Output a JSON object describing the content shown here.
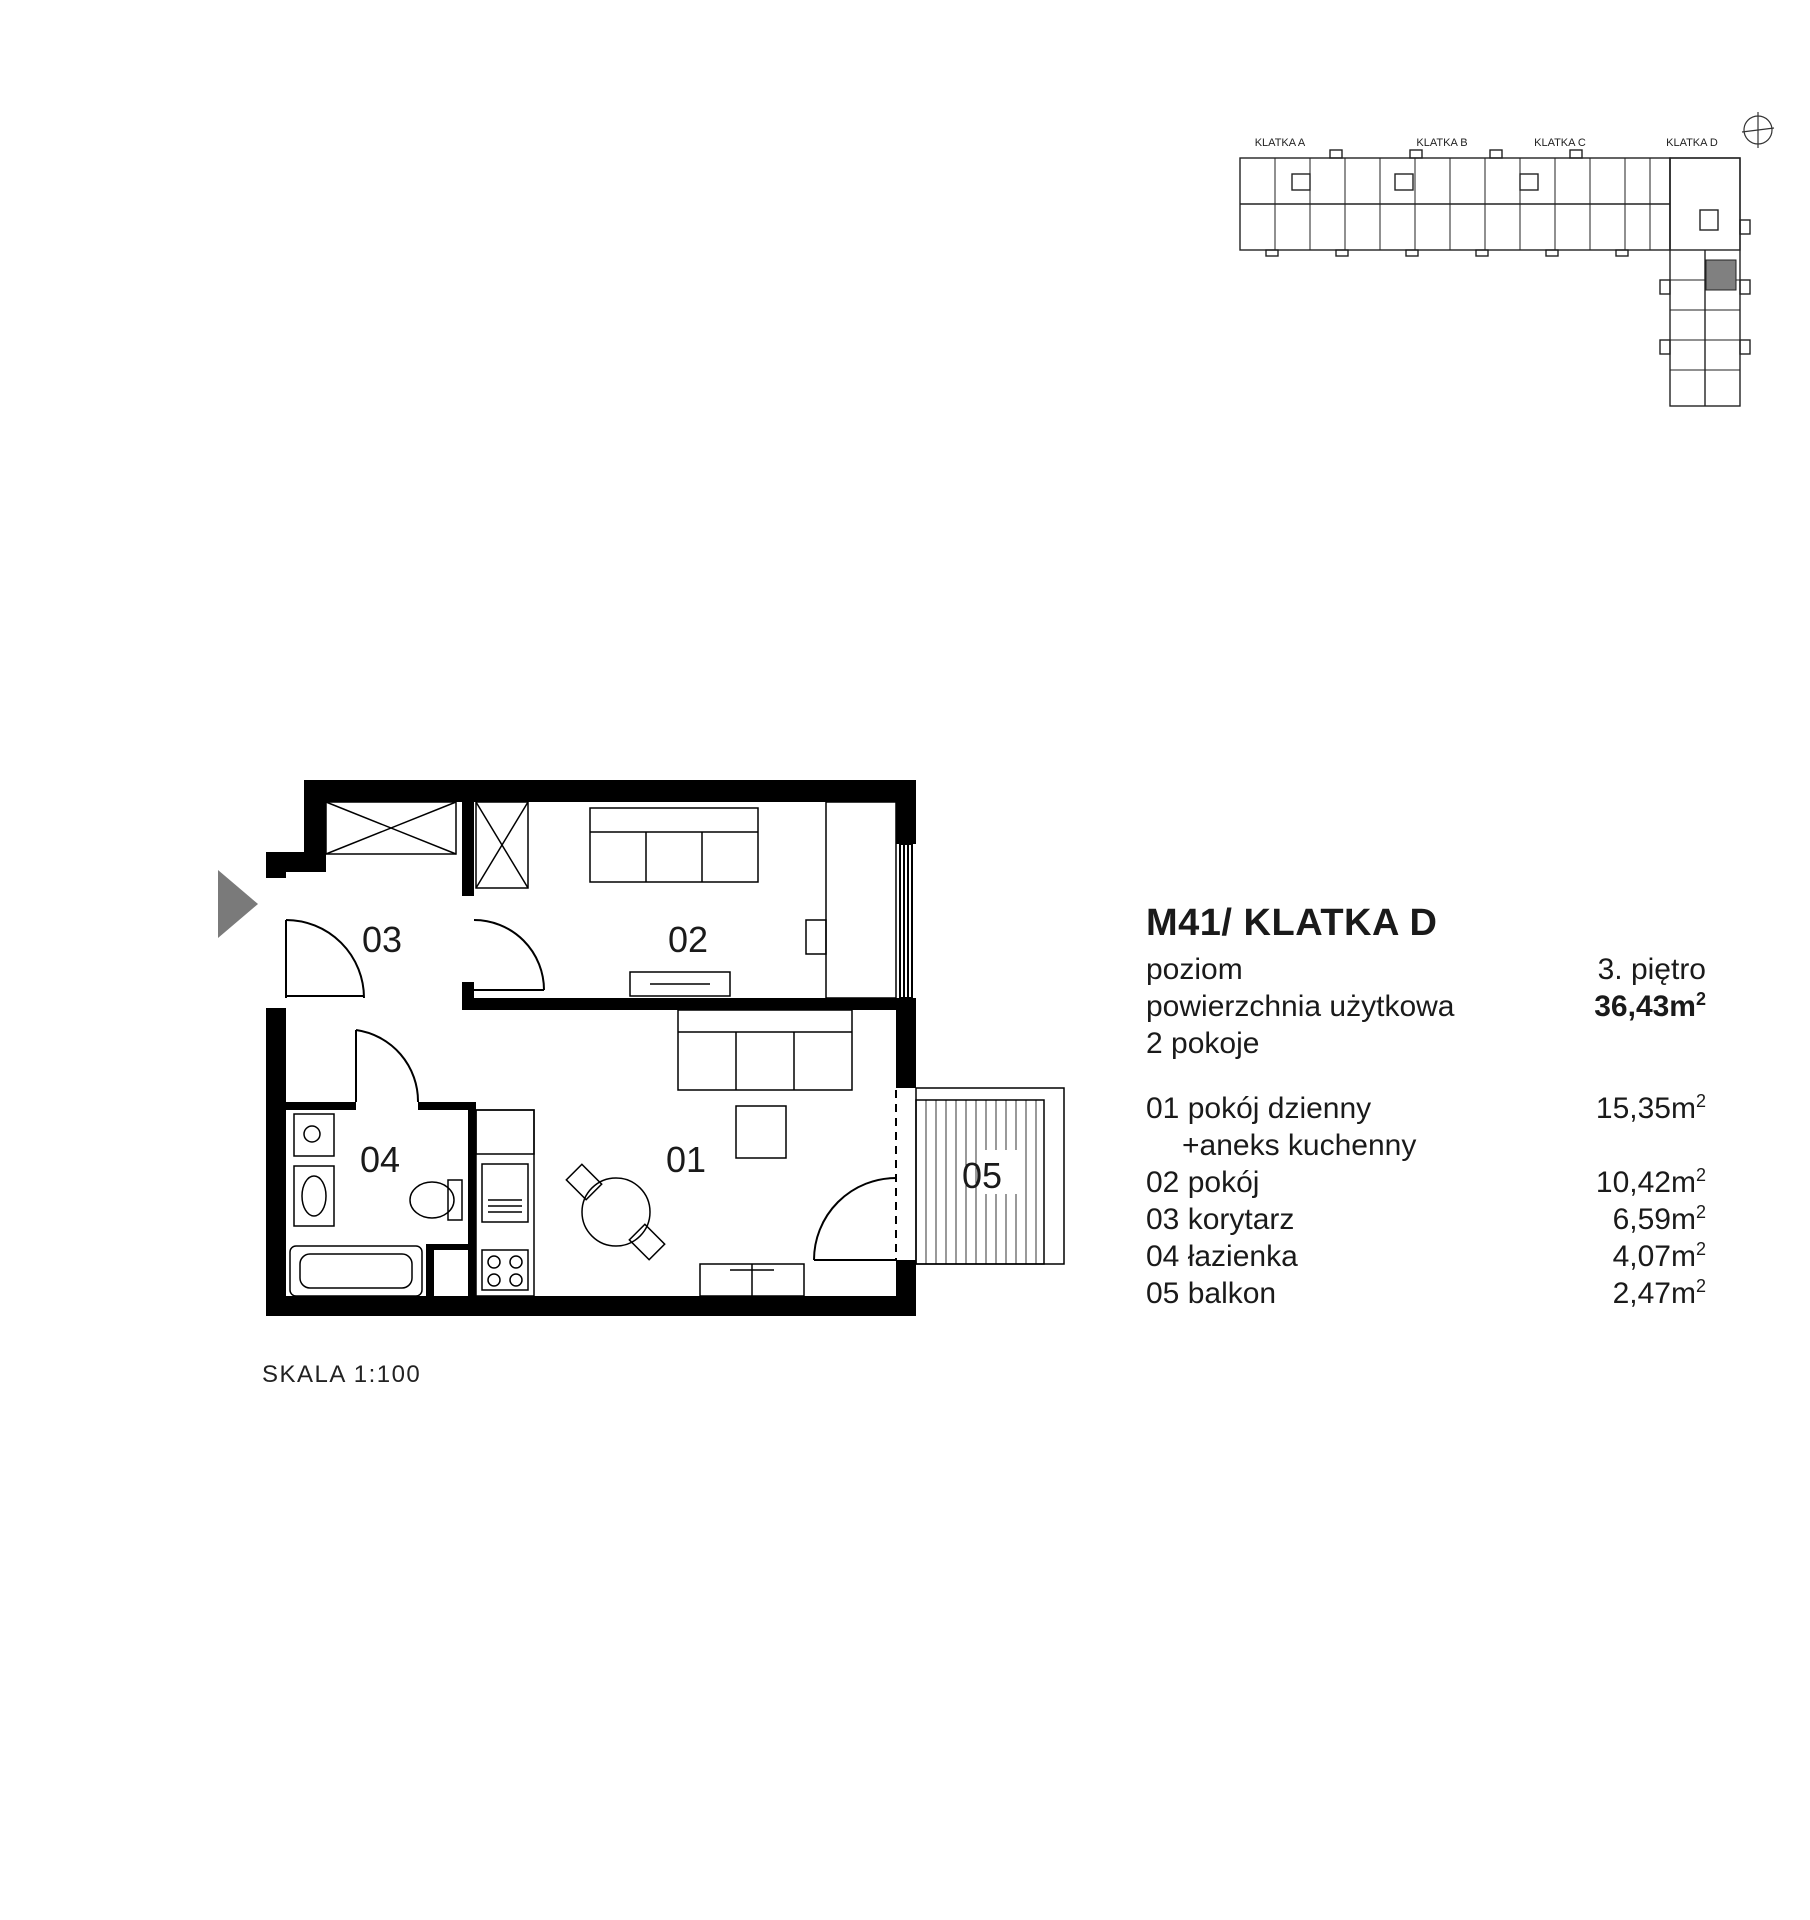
{
  "keyplan": {
    "stairwells": [
      "KLATKA A",
      "KLATKA B",
      "KLATKA C",
      "KLATKA D"
    ]
  },
  "rooms": {
    "r01": "01",
    "r02": "02",
    "r03": "03",
    "r04": "04",
    "r05": "05"
  },
  "scale": "SKALA 1:100",
  "info": {
    "title": "M41/ KLATKA D",
    "level_label": "poziom",
    "level_value": "3. piętro",
    "area_label": "powierzchnia użytkowa",
    "area_value": "36,43m",
    "area_sup": "2",
    "rooms_count": "2 pokoje",
    "items": [
      {
        "label": "01 pokój dzienny",
        "value": "15,35m",
        "sup": "2"
      },
      {
        "label": "+aneks kuchenny",
        "value": "",
        "sup": ""
      },
      {
        "label": "02 pokój",
        "value": "10,42m",
        "sup": "2"
      },
      {
        "label": "03 korytarz",
        "value": "6,59m",
        "sup": "2"
      },
      {
        "label": "04 łazienka",
        "value": "4,07m",
        "sup": "2"
      },
      {
        "label": "05 balkon",
        "value": "2,47m",
        "sup": "2"
      }
    ]
  },
  "colors": {
    "wall": "#000000",
    "entrance_arrow": "#7a7a7a",
    "highlight": "#808080"
  }
}
